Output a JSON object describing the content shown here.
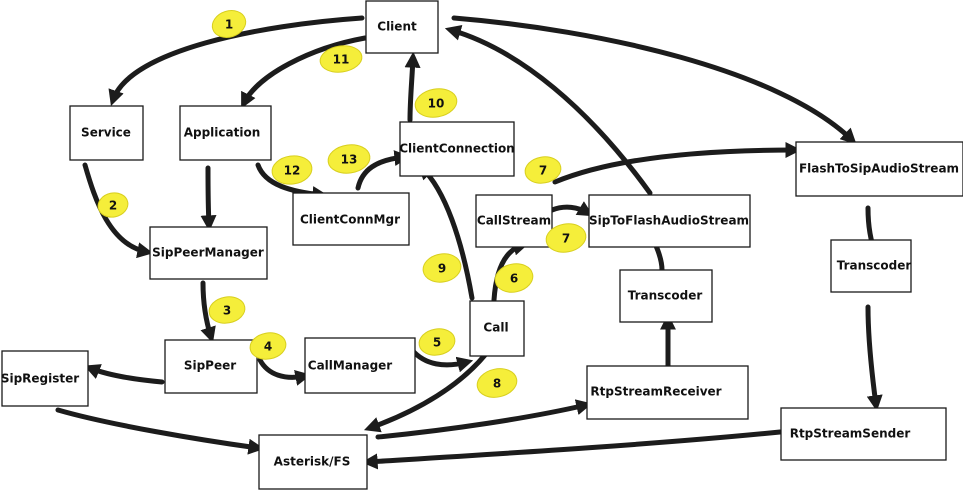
{
  "nodes": {
    "client": "Client",
    "service": "Service",
    "application": "Application",
    "client_connection": "ClientConnection",
    "flash_to_sip": "FlashToSipAudioStream",
    "call_stream": "CallStream",
    "sip_to_flash": "SipToFlashAudioStream",
    "client_conn_mgr": "ClientConnMgr",
    "sip_peer_manager": "SipPeerManager",
    "transcoder_right": "Transcoder",
    "transcoder_mid": "Transcoder",
    "call": "Call",
    "sip_peer": "SipPeer",
    "call_manager": "CallManager",
    "sip_register": "SipRegister",
    "rtp_stream_receiver": "RtpStreamReceiver",
    "rtp_stream_sender": "RtpStreamSender",
    "asterisk": "Asterisk/FS"
  },
  "steps": {
    "s1": "1",
    "s2": "2",
    "s3": "3",
    "s4": "4",
    "s5": "5",
    "s6": "6",
    "s7a": "7",
    "s7b": "7",
    "s8": "8",
    "s9": "9",
    "s10": "10",
    "s11": "11",
    "s12": "12",
    "s13": "13"
  },
  "colors": {
    "badge": "#f5ee3a",
    "arrow": "#1c1c1c",
    "box_border": "#1a1a1a"
  }
}
